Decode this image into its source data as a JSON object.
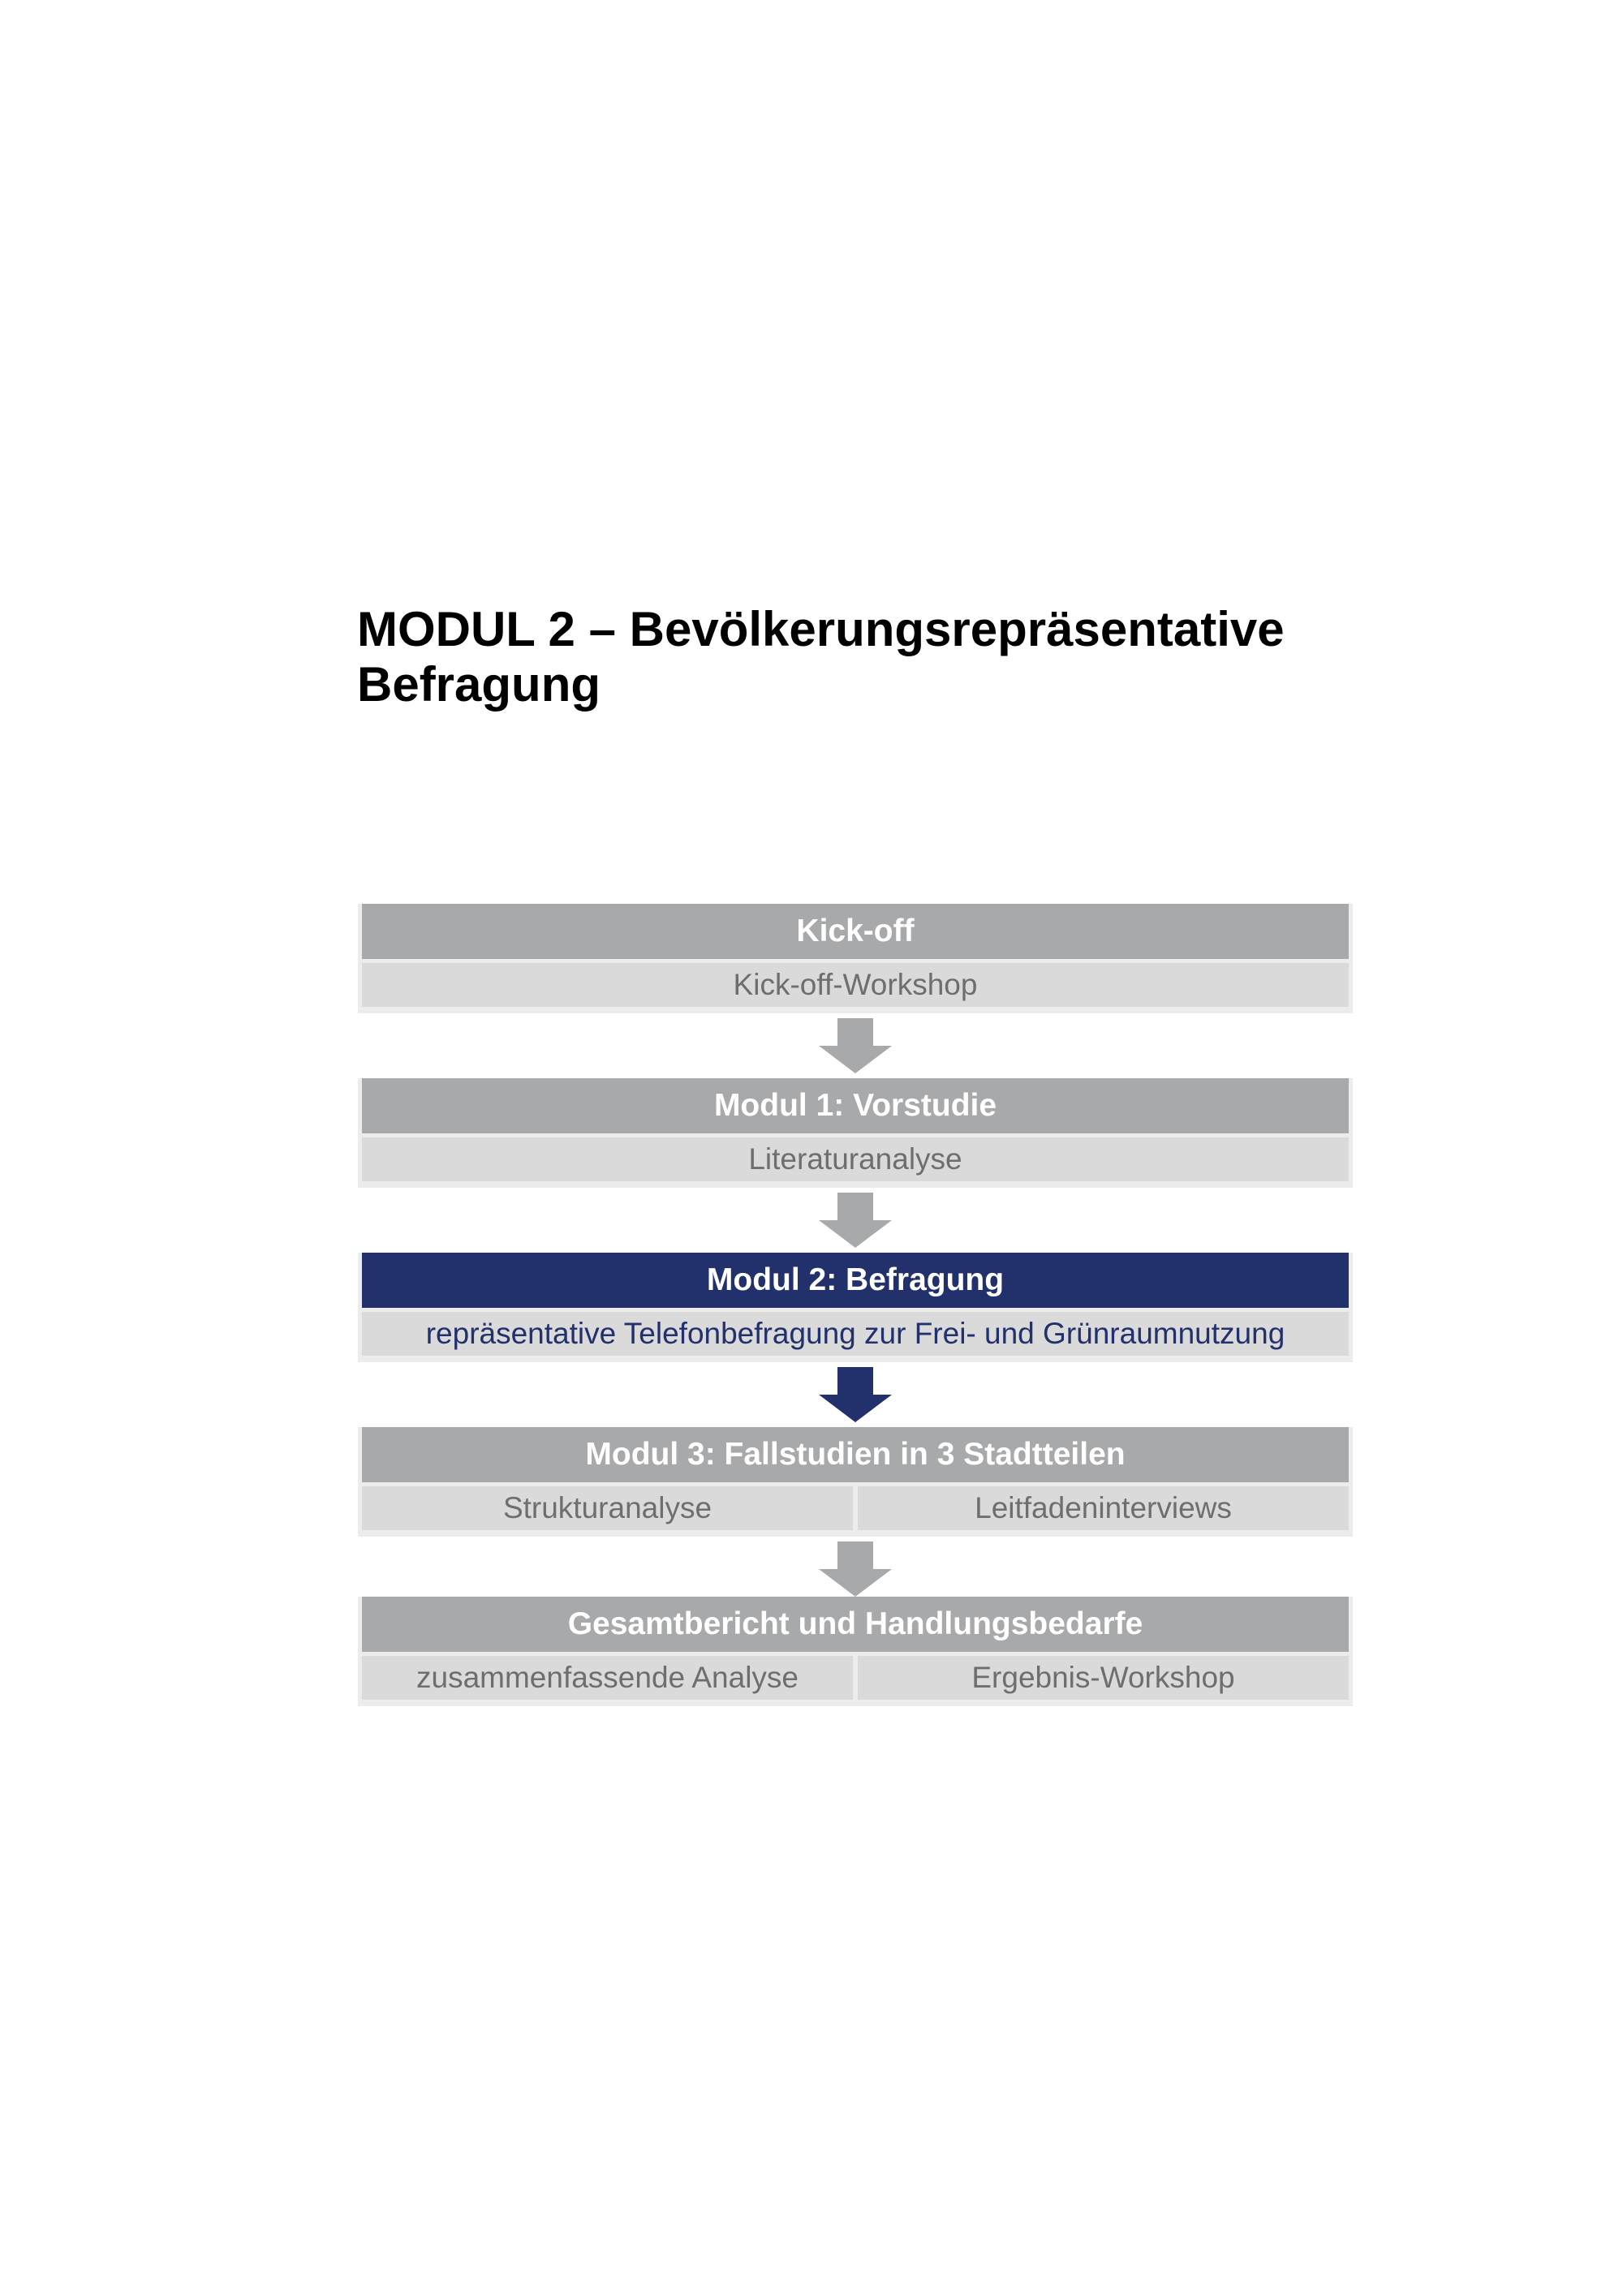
{
  "title": {
    "line1": "MODUL 2 – Bevölkerungsrepräsentative",
    "line2": "Befragung"
  },
  "colors": {
    "gray_header": "#a8a9ab",
    "gray_cell": "#dadada",
    "gray_text": "#6e6e6e",
    "highlight": "#22306b"
  },
  "steps": [
    {
      "header": "Kick-off",
      "items": [
        "Kick-off-Workshop"
      ],
      "highlighted": false
    },
    {
      "header": "Modul 1: Vorstudie",
      "items": [
        "Literaturanalyse"
      ],
      "highlighted": false
    },
    {
      "header": "Modul 2: Befragung",
      "items": [
        "repräsentative Telefonbefragung zur Frei- und Grünraumnutzung"
      ],
      "highlighted": true
    },
    {
      "header": "Modul 3: Fallstudien in 3 Stadtteilen",
      "items": [
        "Strukturanalyse",
        "Leitfadeninterviews"
      ],
      "highlighted": false
    },
    {
      "header": "Gesamtbericht und Handlungsbedarfe",
      "items": [
        "zusammenfassende Analyse",
        "Ergebnis-Workshop"
      ],
      "highlighted": false
    }
  ]
}
